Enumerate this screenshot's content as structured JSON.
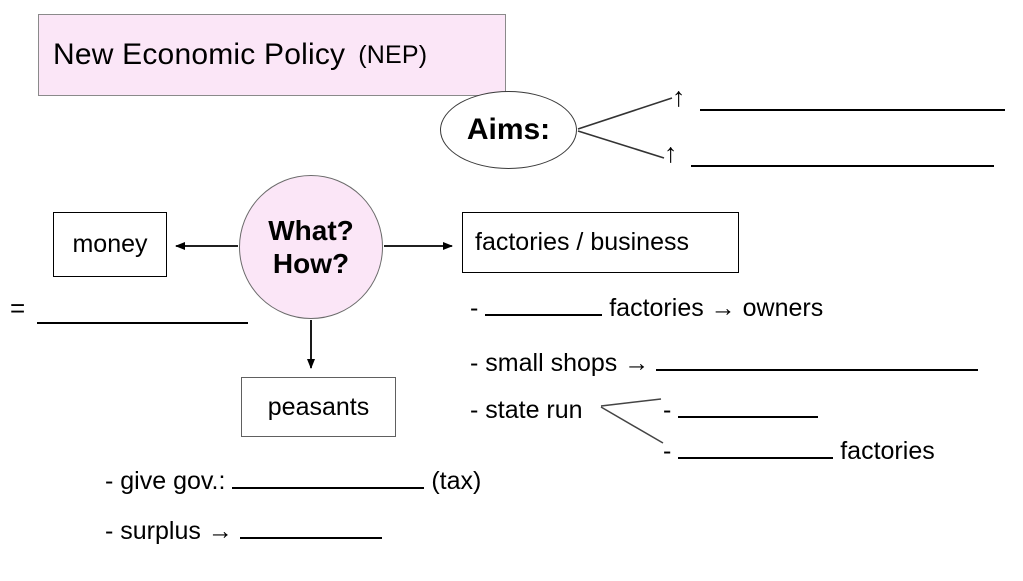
{
  "page": {
    "title": "New Economic Policy  (NEP)",
    "title_main": "New Economic Policy",
    "title_paren": "(NEP)",
    "background_color": "#ffffff",
    "accent_fill": "#fbe6f7",
    "line_color": "#000000"
  },
  "nodes": {
    "aims": {
      "label": "Aims:"
    },
    "center": {
      "line1": "What?",
      "line2": "How?"
    },
    "money": {
      "label": "money"
    },
    "factories": {
      "label": "factories / business"
    },
    "peasants": {
      "label": "peasants"
    }
  },
  "aims_items": [
    {
      "arrow": "↑",
      "blank": ""
    },
    {
      "arrow": "↑",
      "blank": ""
    }
  ],
  "money_section": {
    "equals": "=",
    "blank": ""
  },
  "factories_items": [
    {
      "bullet": "-",
      "blank_before": "",
      "text": "factories → owners"
    },
    {
      "bullet": "-",
      "text_before": "small shops →",
      "blank_after": ""
    },
    {
      "bullet": "-",
      "text_before": "state run",
      "branches": [
        {
          "bullet": "-",
          "blank": "",
          "text_after": ""
        },
        {
          "bullet": "-",
          "blank": "",
          "text_after": "factories"
        }
      ]
    }
  ],
  "peasants_items": [
    {
      "bullet": "-",
      "text_before": "give gov.:",
      "blank": "",
      "text_after": "(tax)"
    },
    {
      "bullet": "-",
      "text_before": "surplus →",
      "blank": "",
      "text_after": ""
    }
  ],
  "icons": {
    "up_arrow": "↑",
    "right_arrow": "→"
  }
}
